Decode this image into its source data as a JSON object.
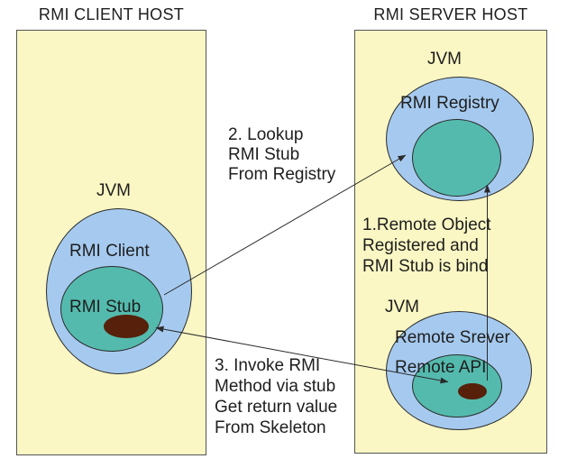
{
  "colors": {
    "host_fill": "#FAF7C4",
    "jvm_fill": "#A6CAEF",
    "inner_fill": "#54BAAD",
    "object_fill": "#56200A",
    "line_color": "#2a2a2a",
    "box_border": "#555555",
    "shape_border": "#2b2b2b",
    "text_color": "#1e1e1e",
    "page_bg": "#ffffff"
  },
  "client_host": {
    "title": "RMI CLIENT HOST",
    "jvm_label": "JVM",
    "rmi_client_label": "RMI Client",
    "rmi_stub_label": "RMI Stub"
  },
  "server_host": {
    "title": "RMI SERVER HOST",
    "registry": {
      "jvm_label": "JVM",
      "label": "RMI Registry"
    },
    "remote_server": {
      "jvm_label": "JVM",
      "label": "Remote Srever",
      "api_label": "Remote API"
    }
  },
  "annotations": {
    "step2_lookup": "2. Lookup\nRMI Stub\nFrom Registry",
    "step1_register": "1.Remote Object\nRegistered and\nRMI Stub is bind",
    "step3_invoke": "3. Invoke RMI\nMethod via stub\nGet return value\nFrom Skeleton"
  }
}
